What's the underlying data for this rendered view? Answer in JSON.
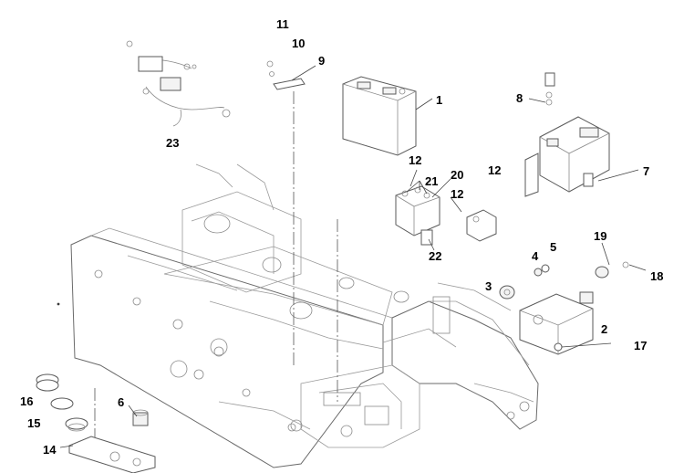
{
  "diagram": {
    "callouts": [
      "1",
      "2",
      "3",
      "4",
      "5",
      "6",
      "7",
      "8",
      "9",
      "10",
      "11",
      "12",
      "12",
      "12",
      "14",
      "15",
      "16",
      "17",
      "18",
      "19",
      "20",
      "21",
      "22",
      "23"
    ]
  }
}
